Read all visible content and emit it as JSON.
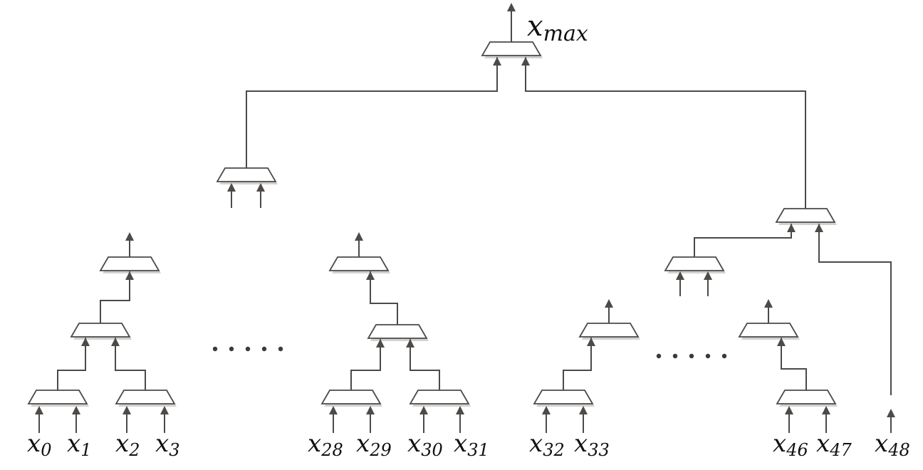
{
  "output_label": {
    "base": "x",
    "sub": "max"
  },
  "input_labels": [
    {
      "base": "x",
      "sub": "0"
    },
    {
      "base": "x",
      "sub": "1"
    },
    {
      "base": "x",
      "sub": "2"
    },
    {
      "base": "x",
      "sub": "3"
    },
    {
      "base": "x",
      "sub": "28"
    },
    {
      "base": "x",
      "sub": "29"
    },
    {
      "base": "x",
      "sub": "30"
    },
    {
      "base": "x",
      "sub": "31"
    },
    {
      "base": "x",
      "sub": "32"
    },
    {
      "base": "x",
      "sub": "33"
    },
    {
      "base": "x",
      "sub": "46"
    },
    {
      "base": "x",
      "sub": "47"
    },
    {
      "base": "x",
      "sub": "48"
    }
  ],
  "ellipses": [
    "·····",
    "·····"
  ]
}
